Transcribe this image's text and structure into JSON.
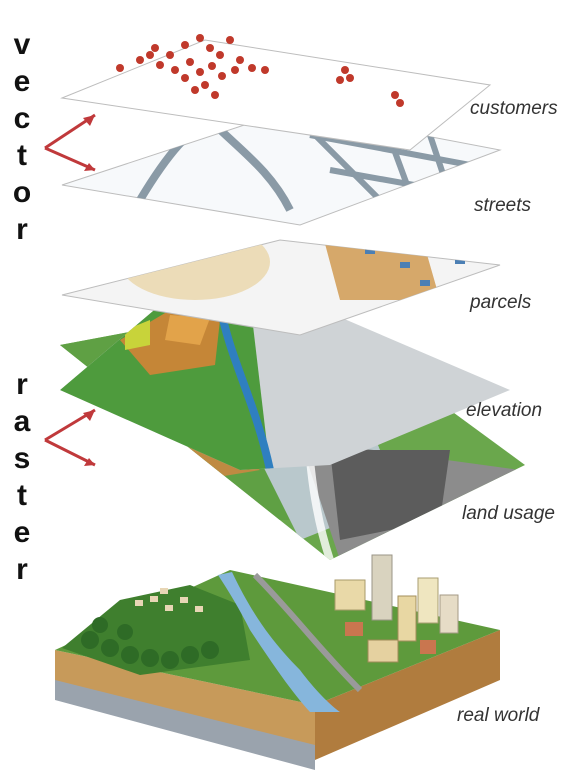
{
  "groups": [
    {
      "word": "vector",
      "letters": [
        "v",
        "e",
        "c",
        "t",
        "o",
        "r"
      ]
    },
    {
      "word": "raster",
      "letters": [
        "r",
        "a",
        "s",
        "t",
        "e",
        "r"
      ]
    }
  ],
  "layers": [
    {
      "id": "customers",
      "label": "customers"
    },
    {
      "id": "streets",
      "label": "streets"
    },
    {
      "id": "parcels",
      "label": "parcels"
    },
    {
      "id": "elevation",
      "label": "elevation"
    },
    {
      "id": "land-usage",
      "label": "land usage"
    },
    {
      "id": "real-world",
      "label": "real world"
    }
  ],
  "colors": {
    "arrow": "#c0393b",
    "dot": "#c0392b",
    "street": "#8a9aa6",
    "parcel": "#d6a86a",
    "green": "#4d9a3a",
    "brown": "#b98a3e",
    "gray": "#b9bcbf",
    "water": "#2f7fc0"
  },
  "icons": [
    "arrow-icon"
  ]
}
